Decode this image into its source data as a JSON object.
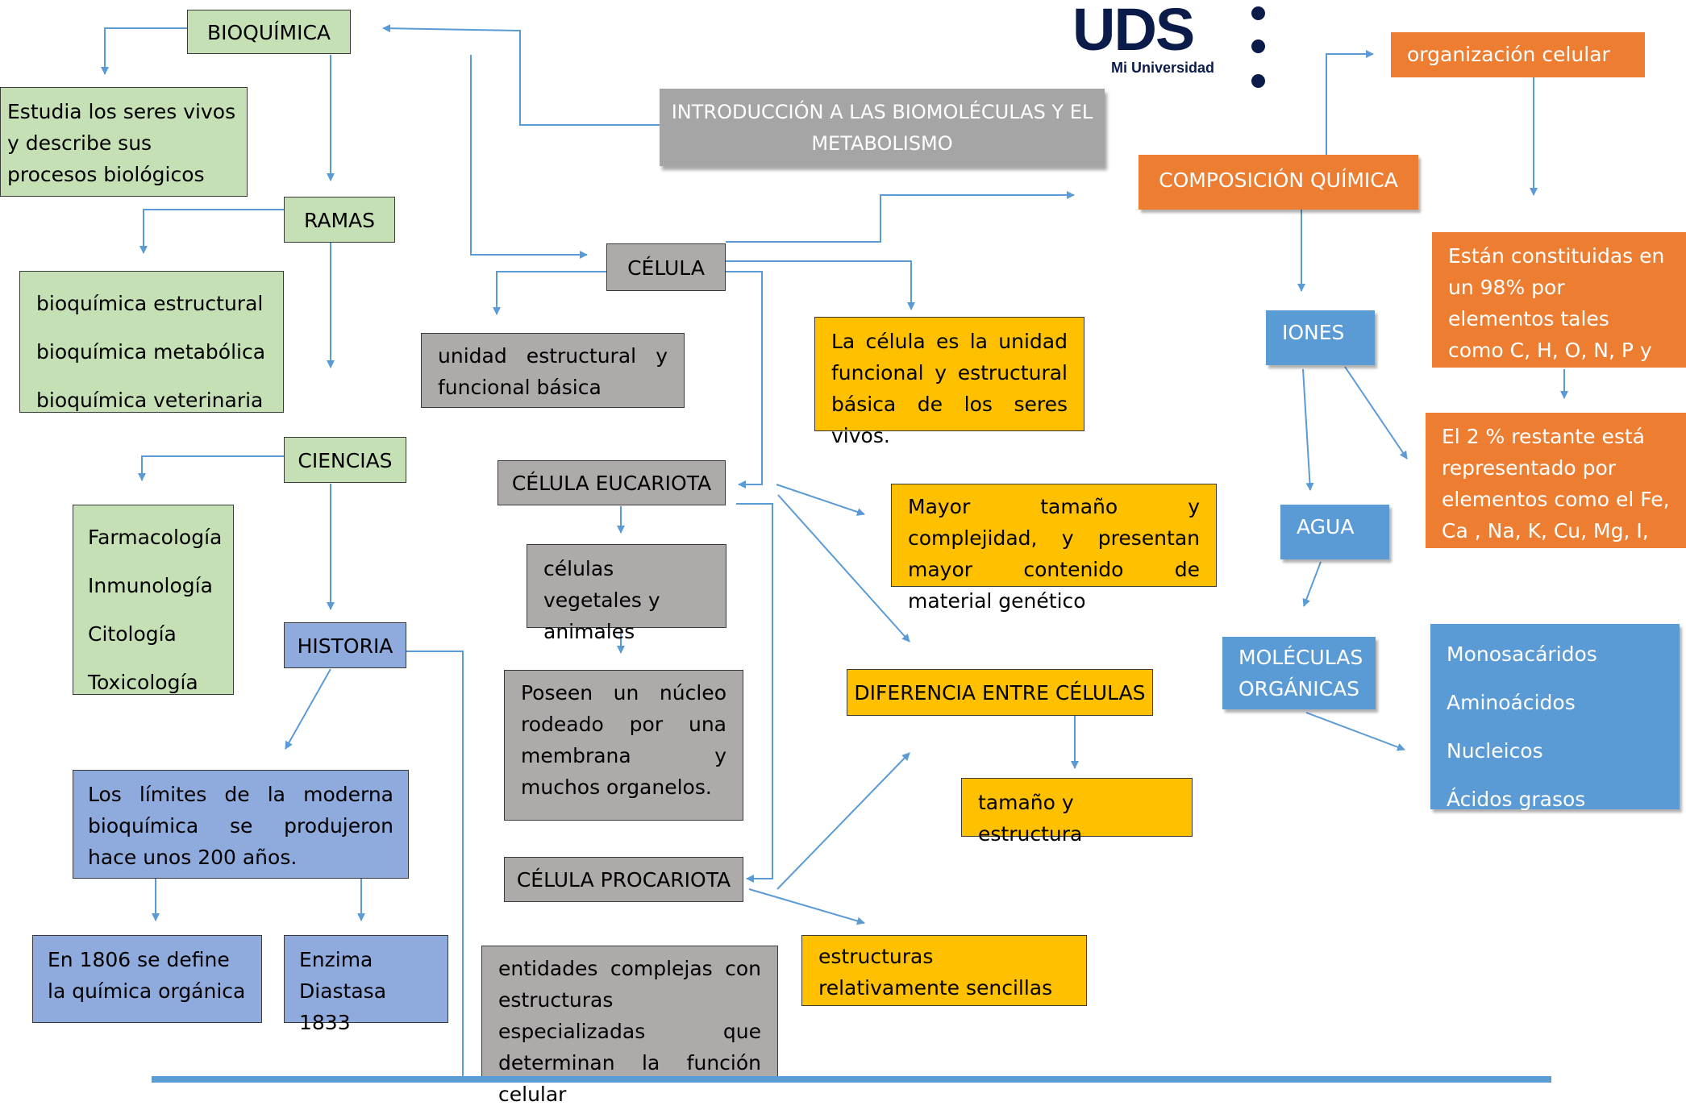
{
  "logo": {
    "wordmark": "UDS",
    "tagline": "Mi Universidad"
  },
  "title": "INTRODUCCIÓN A LAS BIOMOLÉCULAS Y EL METABOLISMO",
  "bioquimica": {
    "label": "BIOQUÍMICA",
    "description": "Estudia los seres vivos y describe sus procesos biológicos",
    "ramas": {
      "label": "RAMAS",
      "items": [
        "bioquímica estructural",
        "bioquímica metabólica",
        "bioquímica veterinaria"
      ]
    },
    "ciencias": {
      "label": "CIENCIAS",
      "items": [
        "Farmacología",
        "Inmunología",
        "Citología",
        "Toxicología"
      ]
    },
    "historia": {
      "label": "HISTORIA",
      "description": "Los límites de la moderna bioquímica se produjeron hace unos 200 años.",
      "events": [
        "En 1806 se define la química orgánica",
        "Enzima Diastasa 1833"
      ]
    }
  },
  "celula": {
    "label": "CÉLULA",
    "unidad": "unidad estructural y funcional básica",
    "definicion": "La célula es la unidad funcional y estructural básica de los seres vivos.",
    "eucariota": {
      "label": "CÉLULA EUCARIOTA",
      "ejemplos": "células vegetales y animales",
      "descripcion": "Poseen un núcleo rodeado por una membrana y muchos organelos.",
      "caracteristica": "Mayor tamaño y complejidad, y presentan mayor contenido de material genético"
    },
    "procariota": {
      "label": "CÉLULA PROCARIOTA",
      "descripcion": "entidades complejas con estructuras especializadas que determinan la función celular",
      "caracteristica": "estructuras relativamente sencillas"
    },
    "diferencia": {
      "label": "DIFERENCIA ENTRE CÉLULAS",
      "valor": "tamaño y estructura"
    }
  },
  "composicion": {
    "label": "COMPOSICIÓN QUÍMICA",
    "organizacion": "organización celular",
    "elementos_principales": "Están constituidas en un 98% por elementos tales como C, H, O, N, P y S",
    "elementos_restantes": "El 2 % restante está representado por elementos como el Fe, Ca , Na, K, Cu, Mg, I, Cl.",
    "iones": "IONES",
    "agua": "AGUA",
    "moleculas": {
      "label": "MOLÉCULAS ORGÁNICAS",
      "items": [
        "Monosacáridos",
        "Aminoácidos",
        "Nucleicos",
        "Ácidos grasos"
      ]
    }
  },
  "colors": {
    "connector": "#5b9bd5",
    "green": "#c5e0b4",
    "gray": "#aeaaaa",
    "yellow": "#ffc000",
    "blue": "#8faadc",
    "orange": "#ed7d31",
    "title_gray": "#a5a5a5",
    "logo_navy": "#0c1c4a"
  }
}
